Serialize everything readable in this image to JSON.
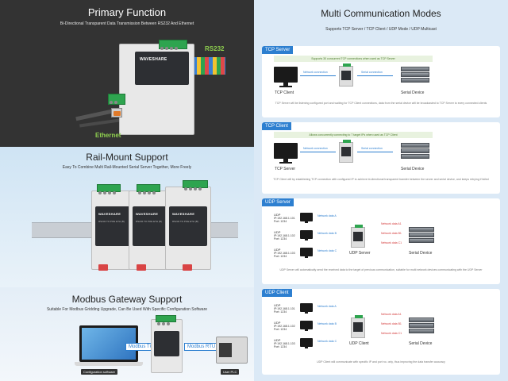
{
  "primary": {
    "title": "Primary Function",
    "subtitle": "Bi-Directional Transparent Data Transmission Between RS232 And Ethernet",
    "label_rs232": "RS232",
    "label_ethernet": "Ethernet",
    "brand": "WAVESHARE"
  },
  "rail": {
    "title": "Rail-Mount Support",
    "subtitle": "Easy To Combine Multi Rail-Mounted Serial Server Together, More Freely",
    "brand": "WAVESHARE",
    "device_line": "RS232 TO POE ETH (B)"
  },
  "modbus": {
    "title": "Modbus Gateway Support",
    "subtitle": "Suitable For Modbus Gridding Upgrade, Can Be Used With Specific Configuration Software",
    "tag_tcp": "Modbus TCP",
    "tag_rtu": "Modbus RTU",
    "label_software": "Configuration software",
    "label_plc": "User PLC"
  },
  "modes": {
    "title": "Multi Communication Modes",
    "subtitle": "Supports TCP Server / TCP Client / UDP Mode / UDP Multicast",
    "cards": [
      {
        "title": "TCP Server",
        "bar": "Supports 30 concurrent TCP connections when used as TCP Server",
        "left_label": "TCP Client",
        "right_label": "Serial Device",
        "link_left": "Network connection",
        "link_right": "Serial connection",
        "desc": "TCP Server will be listening configured port and waiting for TCP Client connections, data from the serial device will be broadcasted to TCP Server to every connected clients"
      },
      {
        "title": "TCP Client",
        "bar": "Allows concurrently connecting to 7 target IPs when used as TCP Client",
        "left_label": "TCP Server",
        "right_label": "Serial Device",
        "link_left": "Network connection",
        "link_right": "Serial connection",
        "desc": "TCP Client will try establishing TCP connection with configured IP to achieve bi-directional transparent transfer between the server and serial device, and keeps retrying if failed"
      },
      {
        "title": "UDP Server",
        "center_label": "UDP Server",
        "right_label": "Serial Device",
        "desc": "UDP Server will automatically send the received data to the target of previous communication, suitable for multi network devices communicating with the UDP Server",
        "hosts": [
          {
            "name": "UDP",
            "ip": "IP:192.168.1.101",
            "port": "Port: 1234"
          },
          {
            "name": "UDP",
            "ip": "IP:192.168.1.102",
            "port": "Port: 1234"
          },
          {
            "name": "UDP",
            "ip": "IP:192.168.1.103",
            "port": "Port: 1234"
          }
        ],
        "links": [
          "Network data A",
          "Network data B",
          "Network data C"
        ],
        "returns": [
          "Network data A1",
          "Network data B1",
          "Network data C1"
        ]
      },
      {
        "title": "UDP Client",
        "center_label": "UDP Client",
        "right_label": "Serial Device",
        "desc": "UDP Client will communicate with specific IP and port no. only, thus improving the data transfer accuracy",
        "hosts": [
          {
            "name": "UDP",
            "ip": "IP:192.168.1.101",
            "port": "Port: 1234"
          },
          {
            "name": "UDP",
            "ip": "IP:192.168.1.102",
            "port": "Port: 1234"
          },
          {
            "name": "UDP",
            "ip": "IP:192.168.1.103",
            "port": "Port: 1234"
          }
        ],
        "links": [
          "Network data A",
          "Network data B",
          "Network data C"
        ],
        "returns": [
          "Network data A1",
          "Network data B1",
          "Network data C1"
        ]
      }
    ]
  }
}
